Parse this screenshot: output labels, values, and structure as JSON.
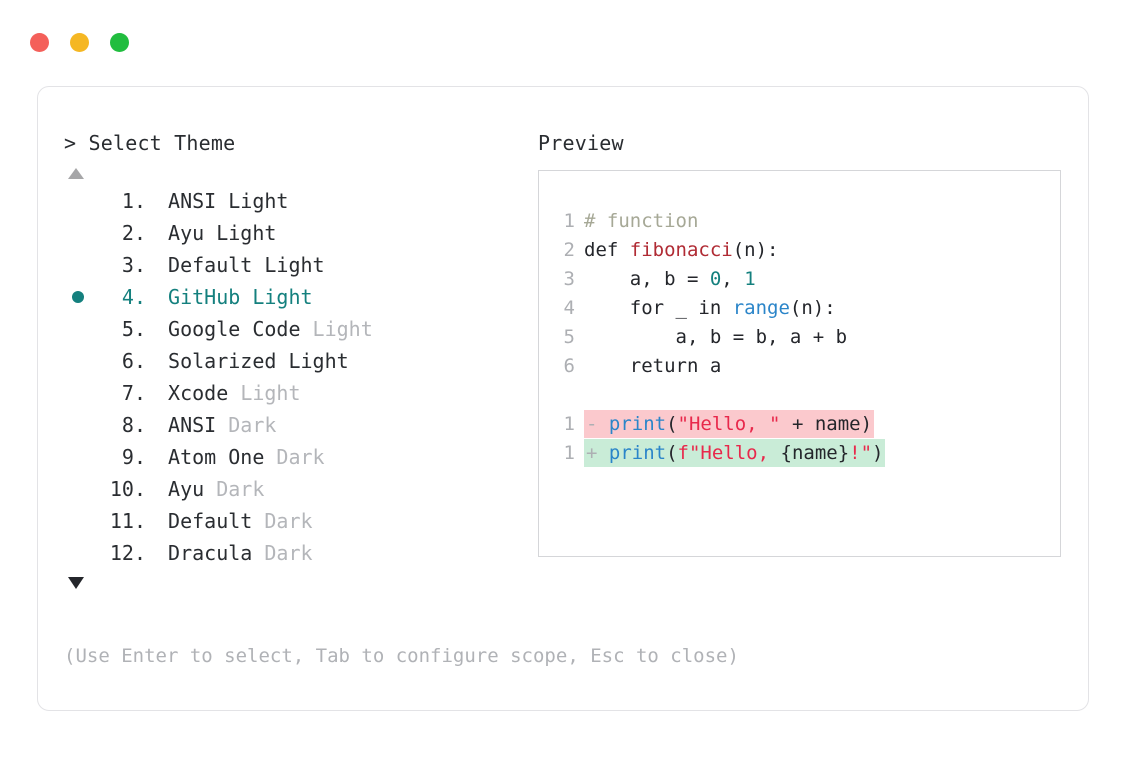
{
  "window": {
    "traffic_lights": [
      {
        "name": "close-dot",
        "color": "#f4605a"
      },
      {
        "name": "minimize-dot",
        "color": "#f5b723"
      },
      {
        "name": "maximize-dot",
        "color": "#21bd3f"
      }
    ]
  },
  "selector": {
    "prompt": "> Select Theme",
    "scroll_up_indicator": "▲",
    "scroll_down_indicator": "▼",
    "selected_index": 4,
    "items": [
      {
        "index": "1.",
        "name": "ANSI",
        "variant": "Light",
        "variant_muted": false,
        "selected": false
      },
      {
        "index": "2.",
        "name": "Ayu",
        "variant": "Light",
        "variant_muted": false,
        "selected": false
      },
      {
        "index": "3.",
        "name": "Default",
        "variant": "Light",
        "variant_muted": false,
        "selected": false
      },
      {
        "index": "4.",
        "name": "GitHub",
        "variant": "Light",
        "variant_muted": false,
        "selected": true
      },
      {
        "index": "5.",
        "name": "Google Code",
        "variant": "Light",
        "variant_muted": true,
        "selected": false
      },
      {
        "index": "6.",
        "name": "Solarized",
        "variant": "Light",
        "variant_muted": false,
        "selected": false
      },
      {
        "index": "7.",
        "name": "Xcode",
        "variant": "Light",
        "variant_muted": true,
        "selected": false
      },
      {
        "index": "8.",
        "name": "ANSI",
        "variant": "Dark",
        "variant_muted": true,
        "selected": false
      },
      {
        "index": "9.",
        "name": "Atom One",
        "variant": "Dark",
        "variant_muted": true,
        "selected": false
      },
      {
        "index": "10.",
        "name": "Ayu",
        "variant": "Dark",
        "variant_muted": true,
        "selected": false
      },
      {
        "index": "11.",
        "name": "Default",
        "variant": "Dark",
        "variant_muted": true,
        "selected": false
      },
      {
        "index": "12.",
        "name": "Dracula",
        "variant": "Dark",
        "variant_muted": true,
        "selected": false
      }
    ],
    "hint": "(Use Enter to select, Tab to configure scope, Esc to close)"
  },
  "preview": {
    "title": "Preview",
    "code_lines": [
      {
        "gutter": "1",
        "tokens": [
          {
            "text": "# function",
            "cls": "tok-comment"
          }
        ]
      },
      {
        "gutter": "2",
        "tokens": [
          {
            "text": "def ",
            "cls": "tok-keyword"
          },
          {
            "text": "fibonacci",
            "cls": "tok-fname"
          },
          {
            "text": "(n):",
            "cls": "tok-punct"
          }
        ]
      },
      {
        "gutter": "3",
        "tokens": [
          {
            "text": "    a, b = ",
            "cls": "tok-plain"
          },
          {
            "text": "0",
            "cls": "tok-number"
          },
          {
            "text": ", ",
            "cls": "tok-plain"
          },
          {
            "text": "1",
            "cls": "tok-number"
          }
        ]
      },
      {
        "gutter": "4",
        "tokens": [
          {
            "text": "    for _ in ",
            "cls": "tok-plain"
          },
          {
            "text": "range",
            "cls": "tok-builtin"
          },
          {
            "text": "(n):",
            "cls": "tok-punct"
          }
        ]
      },
      {
        "gutter": "5",
        "tokens": [
          {
            "text": "        a, b = b, a + b",
            "cls": "tok-plain"
          }
        ]
      },
      {
        "gutter": "6",
        "tokens": [
          {
            "text": "    return a",
            "cls": "tok-plain"
          }
        ]
      }
    ],
    "diff_lines": [
      {
        "gutter": "1",
        "kind": "del",
        "mark": "- ",
        "tokens": [
          {
            "text": "print",
            "cls": "tok-func"
          },
          {
            "text": "(",
            "cls": "tok-punct"
          },
          {
            "text": "\"Hello, \"",
            "cls": "tok-string"
          },
          {
            "text": " + name)",
            "cls": "tok-plain"
          }
        ]
      },
      {
        "gutter": "1",
        "kind": "add",
        "mark": "+ ",
        "tokens": [
          {
            "text": "print",
            "cls": "tok-func"
          },
          {
            "text": "(",
            "cls": "tok-punct"
          },
          {
            "text": "f\"Hello, ",
            "cls": "tok-string"
          },
          {
            "text": "{name}",
            "cls": "tok-plain"
          },
          {
            "text": "!\"",
            "cls": "tok-string"
          },
          {
            "text": ")",
            "cls": "tok-punct"
          }
        ]
      }
    ]
  }
}
